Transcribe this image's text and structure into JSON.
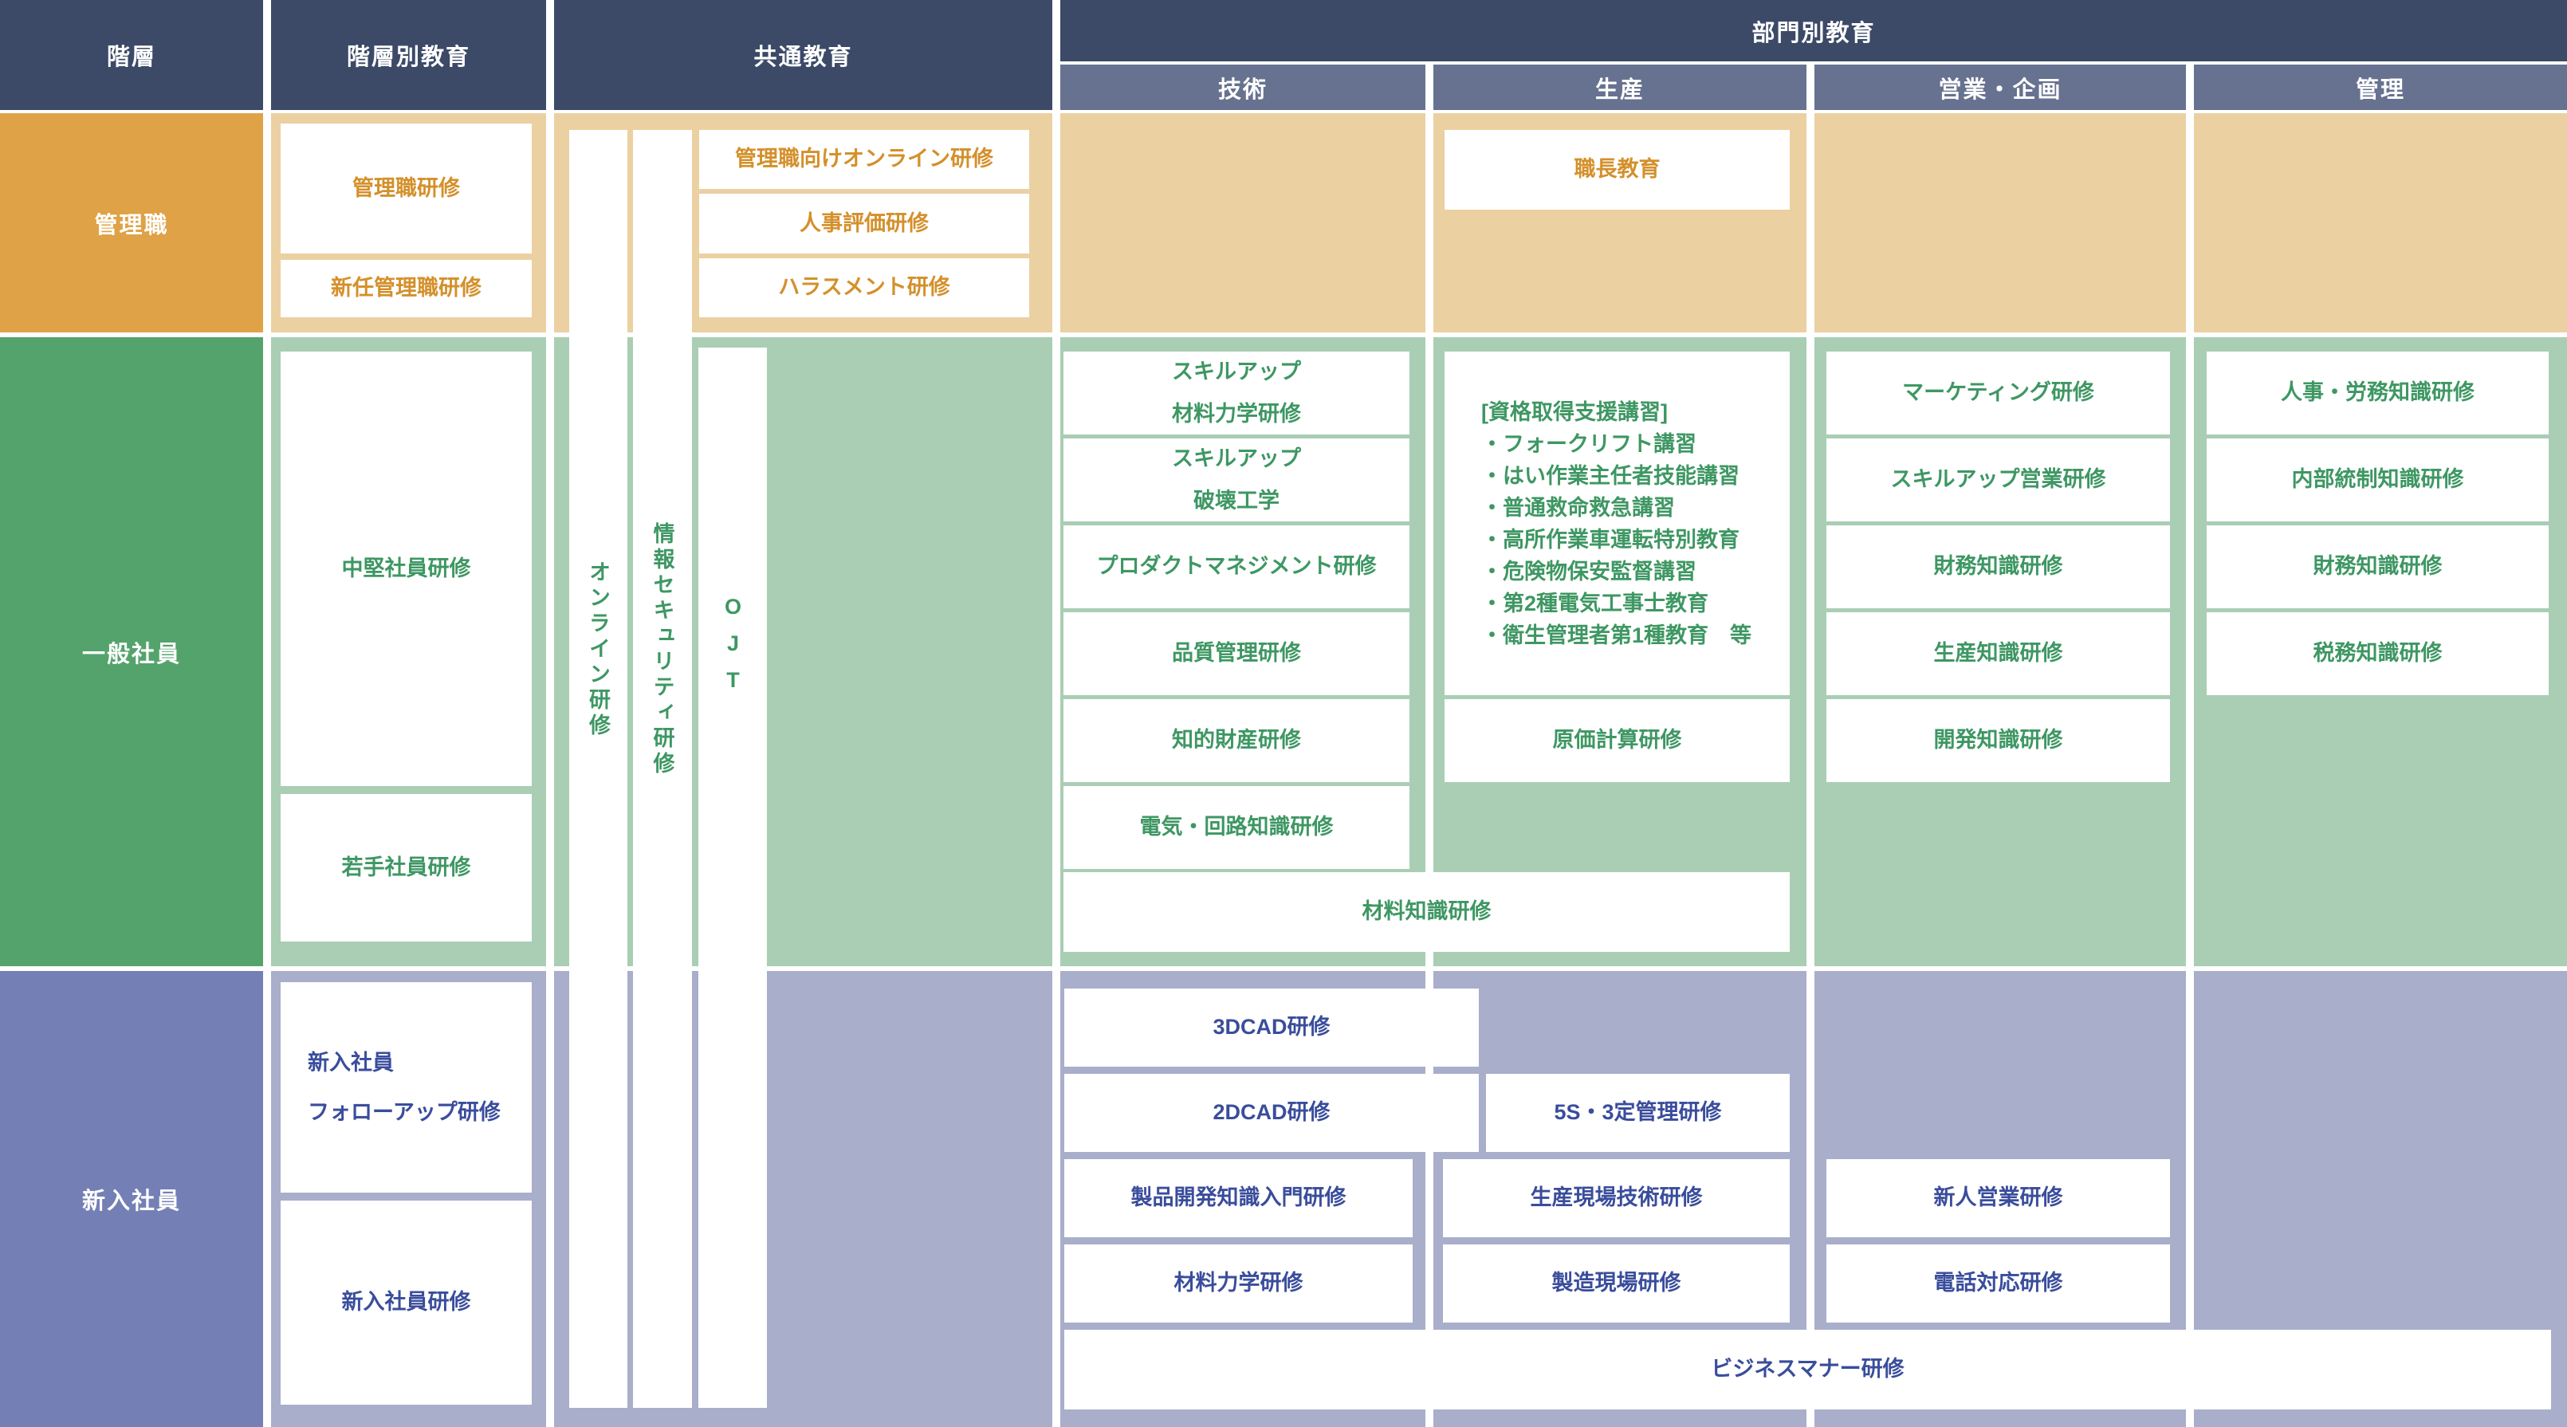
{
  "colors": {
    "navy": "#3C4A68",
    "slate": "#66728F",
    "orange": "#DFA246",
    "tan": "#EBD0A2",
    "green": "#55A36C",
    "lightGreen": "#A9CEB4",
    "purple": "#7480B5",
    "lightPurple": "#A9AECB",
    "textOrange": "#D4902B",
    "textGreen": "#3E9763",
    "textNavy": "#3A4D9C",
    "white": "#FFFFFF"
  },
  "header": {
    "hierarchy": "階層",
    "hierarchy_education": "階層別教育",
    "common_education": "共通教育",
    "department_education": "部門別教育",
    "departments": {
      "engineering": "技術",
      "production": "生産",
      "sales": "営業・企画",
      "admin": "管理"
    }
  },
  "rows": {
    "management": {
      "label": "管理職",
      "hierarchy_items": [
        "管理職研修",
        "新任管理職研修"
      ],
      "common_items": [
        "管理職向けオンライン研修",
        "人事評価研修",
        "ハラスメント研修"
      ],
      "production_items": [
        "職長教育"
      ]
    },
    "general": {
      "label": "一般社員",
      "hierarchy_items": [
        "中堅社員研修",
        "若手社員研修"
      ],
      "vertical_common": [
        "オンライン研修",
        "情報セキュリティ研修",
        "OJT"
      ],
      "engineering_items": [
        "スキルアップ\n材料力学研修",
        "スキルアップ\n破壊工学",
        "プロダクトマネジメント研修",
        "品質管理研修",
        "知的財産研修",
        "電気・回路知識研修"
      ],
      "engineering_production_shared": "材料知識研修",
      "production_certification": "[資格取得支援講習]\n・フォークリフト講習\n・はい作業主任者技能講習\n・普通救命救急講習\n・高所作業車運転特別教育\n・危険物保安監督講習\n・第2種電気工事士教育\n・衛生管理者第1種教育　等",
      "production_items": [
        "原価計算研修"
      ],
      "sales_items": [
        "マーケティング研修",
        "スキルアップ営業研修",
        "財務知識研修",
        "生産知識研修",
        "開発知識研修"
      ],
      "admin_items": [
        "人事・労務知識研修",
        "内部統制知識研修",
        "財務知識研修",
        "税務知識研修"
      ]
    },
    "newcomer": {
      "label": "新入社員",
      "hierarchy_items": [
        "新入社員\nフォローアップ研修",
        "新入社員研修"
      ],
      "engineering_wide_items": [
        "3DCAD研修",
        "2DCAD研修"
      ],
      "engineering_items": [
        "製品開発知識入門研修",
        "材料力学研修"
      ],
      "production_items": [
        "5S・3定管理研修",
        "生産現場技術研修",
        "製造現場研修"
      ],
      "sales_items": [
        "新人営業研修",
        "電話対応研修"
      ],
      "all_departments_shared": "ビジネスマナー研修"
    }
  }
}
